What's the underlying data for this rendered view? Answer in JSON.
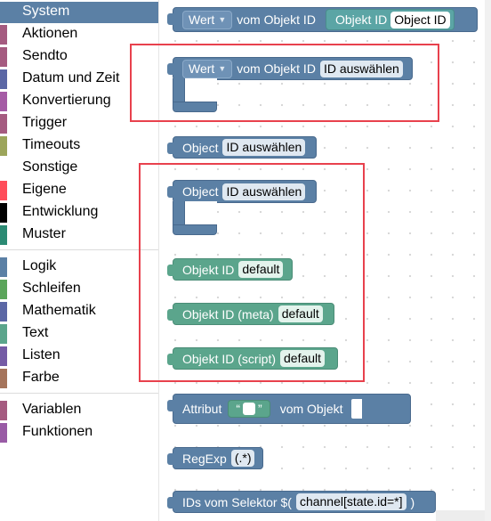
{
  "toolbox": {
    "categories": [
      {
        "label": "System",
        "color": "#5b80a5",
        "selected": true
      },
      {
        "label": "Aktionen",
        "color": "#a55b80"
      },
      {
        "label": "Sendto",
        "color": "#a55b80"
      },
      {
        "label": "Datum und Zeit",
        "color": "#5b67a5"
      },
      {
        "label": "Konvertierung",
        "color": "#a55ba5"
      },
      {
        "label": "Trigger",
        "color": "#a55b80"
      },
      {
        "label": "Timeouts",
        "color": "#9ca55b"
      },
      {
        "label": "Sonstige",
        "color": "#ffffff"
      },
      {
        "label": "Eigene",
        "color": "#ff4d5a"
      },
      {
        "label": "Entwicklung",
        "color": "#000000"
      },
      {
        "label": "Muster",
        "color": "#2b8a73"
      },
      {
        "label": "Logik",
        "color": "#5b80a5"
      },
      {
        "label": "Schleifen",
        "color": "#5ba55b"
      },
      {
        "label": "Mathematik",
        "color": "#5b67a5"
      },
      {
        "label": "Text",
        "color": "#5ba58c"
      },
      {
        "label": "Listen",
        "color": "#745ba5"
      },
      {
        "label": "Farbe",
        "color": "#a5745b"
      },
      {
        "label": "Variablen",
        "color": "#a55b80"
      },
      {
        "label": "Funktionen",
        "color": "#995ba5"
      }
    ]
  },
  "blocks": {
    "b1": {
      "dropdown": "Wert",
      "text": "vom Objekt ID",
      "inner_label": "Objekt ID",
      "inner_value": "Object ID"
    },
    "b2": {
      "dropdown": "Wert",
      "text": "vom Objekt ID",
      "field": "ID auswählen"
    },
    "b3": {
      "text": "Object",
      "field": "ID auswählen"
    },
    "b4": {
      "text": "Object",
      "field": "ID auswählen"
    },
    "b5": {
      "text": "Objekt ID",
      "field": "default"
    },
    "b6": {
      "text": "Objekt ID (meta)",
      "field": "default"
    },
    "b7": {
      "text": "Objekt ID (script)",
      "field": "default"
    },
    "b8": {
      "text": "Attribut",
      "quote_open": "“",
      "quote_close": "”",
      "text2": "vom Objekt"
    },
    "b9": {
      "text": "RegExp",
      "field": "(.*)"
    },
    "b10": {
      "text": "IDs vom Selektor $(",
      "field": "channel[state.id=*]",
      "close": ")"
    }
  },
  "colors": {
    "logic_blue": "#5b80a5",
    "text_green": "#5ba58c",
    "highlight_red": "#e8414d"
  }
}
